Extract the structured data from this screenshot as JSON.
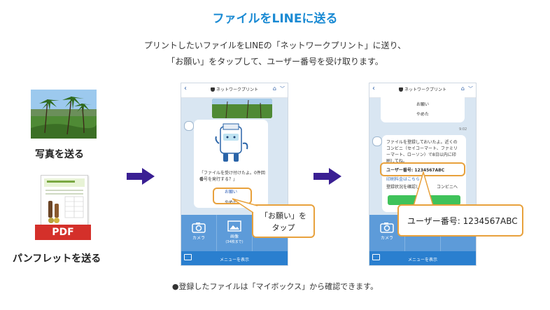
{
  "header": {
    "title": "ファイルをLINEに送る",
    "intro_line1": "プリントしたいファイルをLINEの「ネットワークプリント」に送り、",
    "intro_line2": "「お願い」をタップして、ユーザー番号を受け取ります。"
  },
  "left": {
    "photo_label": "写真を送る",
    "pamphlet_label": "パンフレットを送る",
    "pdf_badge": "PDF"
  },
  "phone": {
    "title": "ネットワークプリント",
    "menu_label": "メニューを表示",
    "rich_camera": "カメラ",
    "rich_photo": "画像",
    "rich_photo_sub": "(34枚まで)"
  },
  "screen1": {
    "message_line1": "「ファイルを受け付けたよ。0件回の",
    "message_line2": "番号を発行する？」",
    "btn_onegai": "お願い",
    "btn_yameta": "やめた"
  },
  "screen2": {
    "opt_onegai": "お願い",
    "opt_yameta": "やめた",
    "time": "9:02",
    "msg_line1": "ファイルを登録しておいたよ。近くの",
    "msg_line2": "コンビニ（セイコーマート、ファミリ",
    "msg_line3": "ーマート、ローソン）で8日以内に印",
    "msg_line4": "刷してね。",
    "user_number": "ユーザー番号: 1234567ABC",
    "link1": "印刷料金はこちら",
    "link2": "登録状況を確認し",
    "link2_tail": "コンビニへ"
  },
  "callouts": {
    "tap_line1": "「お願い」を",
    "tap_line2": "タップ",
    "user_number": "ユーザー番号: 1234567ABC"
  },
  "footer": {
    "note": "●登録したファイルは「マイボックス」から確認できます。"
  },
  "colors": {
    "title": "#1a8ad3",
    "arrow": "#3a1f93",
    "phone_bg": "#d9e6f2",
    "menu_bar": "#2a7fcf",
    "callout_border": "#e8a13c",
    "pdf_badge": "#d4302a"
  }
}
